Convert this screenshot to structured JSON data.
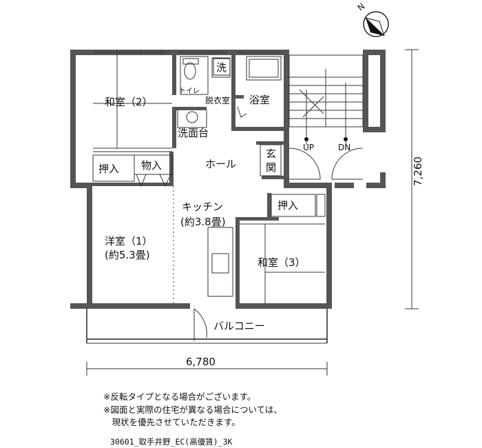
{
  "rooms": {
    "washitsu2": "和室（2）",
    "toilet": "トイレ",
    "sentaku": "洗",
    "datsuisitsu": "脱衣室",
    "yokushitsu": "浴室",
    "senmendai": "洗面台",
    "oshiire1": "押入",
    "monoire": "物入",
    "hall": "ホール",
    "genkan_1": "玄",
    "genkan_2": "関",
    "up": "UP",
    "dn": "DN",
    "kitchen": "キッチン",
    "kitchen_size": "(約3.8畳)",
    "oshiire2": "押入",
    "youshitsu1": "洋室（1）",
    "youshitsu1_size": "(約5.3畳)",
    "washitsu3": "和室（3）",
    "balcony": "バルコニー"
  },
  "dimensions": {
    "width": "6,780",
    "depth": "7,260"
  },
  "compass": {
    "label": "N"
  },
  "notes": {
    "line1": "※反転タイプとなる場合がございます。",
    "line2": "※図面と実際の住宅が異なる場合については、",
    "line3": "　現状を優先させていただきます。"
  },
  "caption": "30601_取手井野_EC(高優賃)_3K"
}
